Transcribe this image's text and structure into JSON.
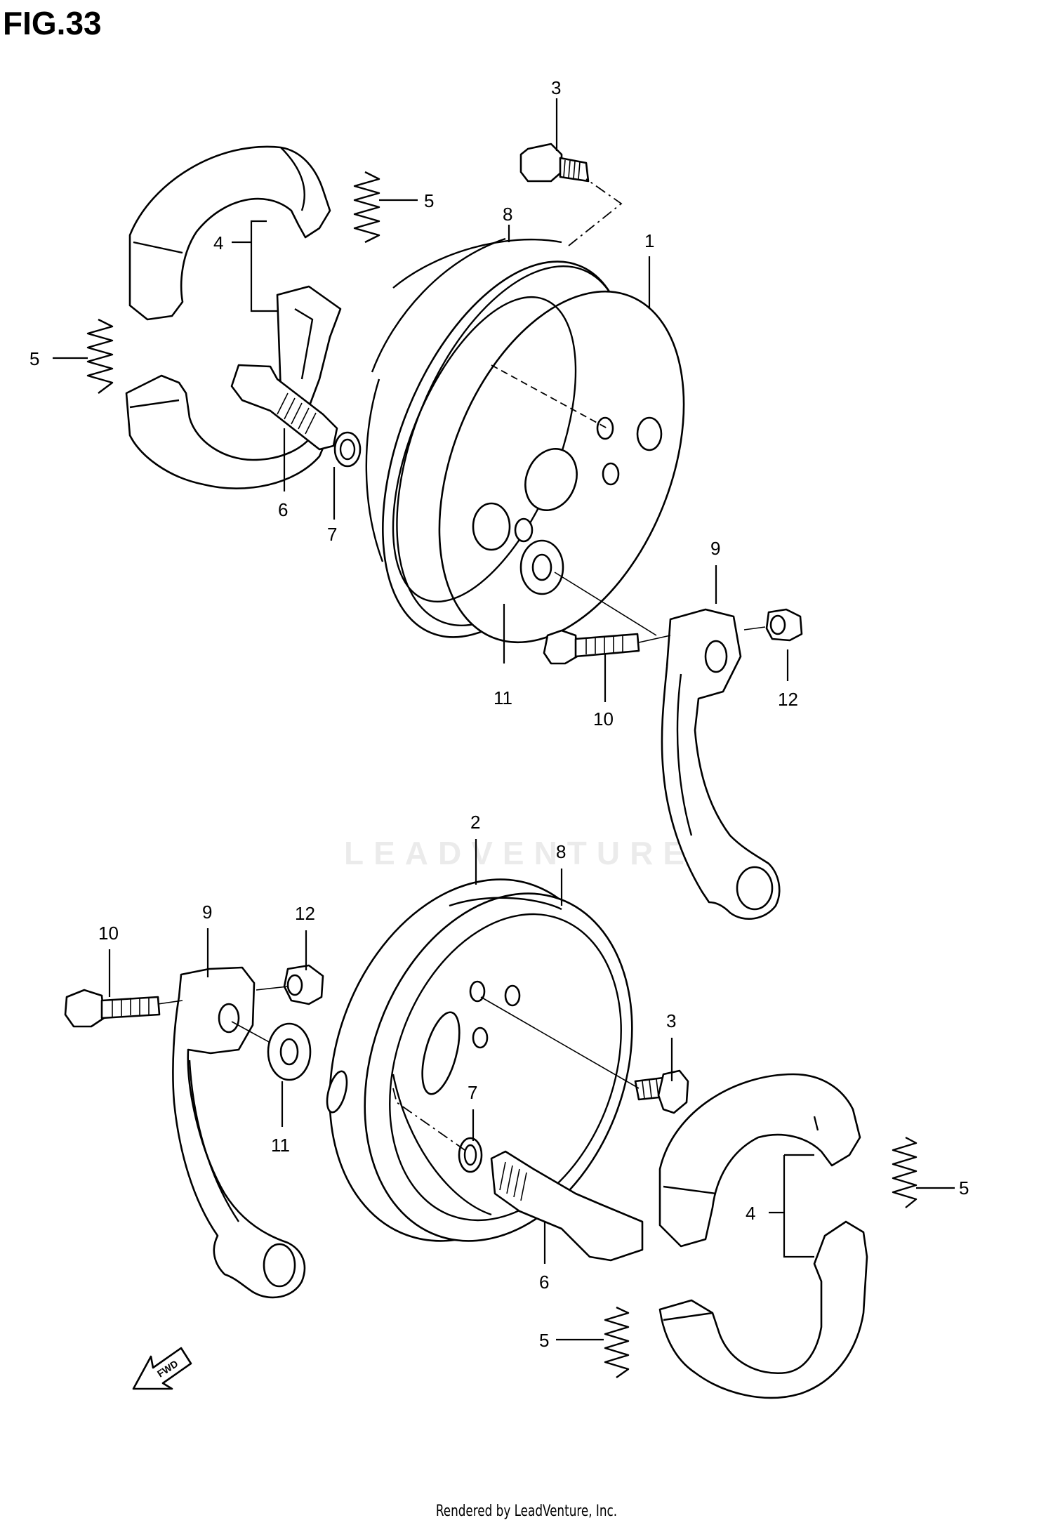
{
  "figure_title": "FIG.33",
  "footer": "Rendered by LeadVenture, Inc.",
  "watermark": "LEADVENTURE",
  "callouts": {
    "c1": "1",
    "c2": "2",
    "c3_top": "3",
    "c3_bottom": "3",
    "c4_top": "4",
    "c4_bottom": "4",
    "c5_top_right": "5",
    "c5_top_left": "5",
    "c5_bottom_right": "5",
    "c5_bottom_left": "5",
    "c6_top": "6",
    "c6_bottom": "6",
    "c7_top": "7",
    "c7_bottom": "7",
    "c8_top": "8",
    "c8_bottom": "8",
    "c9_top": "9",
    "c9_bottom": "9",
    "c10_top": "10",
    "c10_bottom": "10",
    "c11_top": "11",
    "c11_bottom": "11",
    "c12_top": "12",
    "c12_bottom": "12"
  },
  "fwd_label": "FWD"
}
